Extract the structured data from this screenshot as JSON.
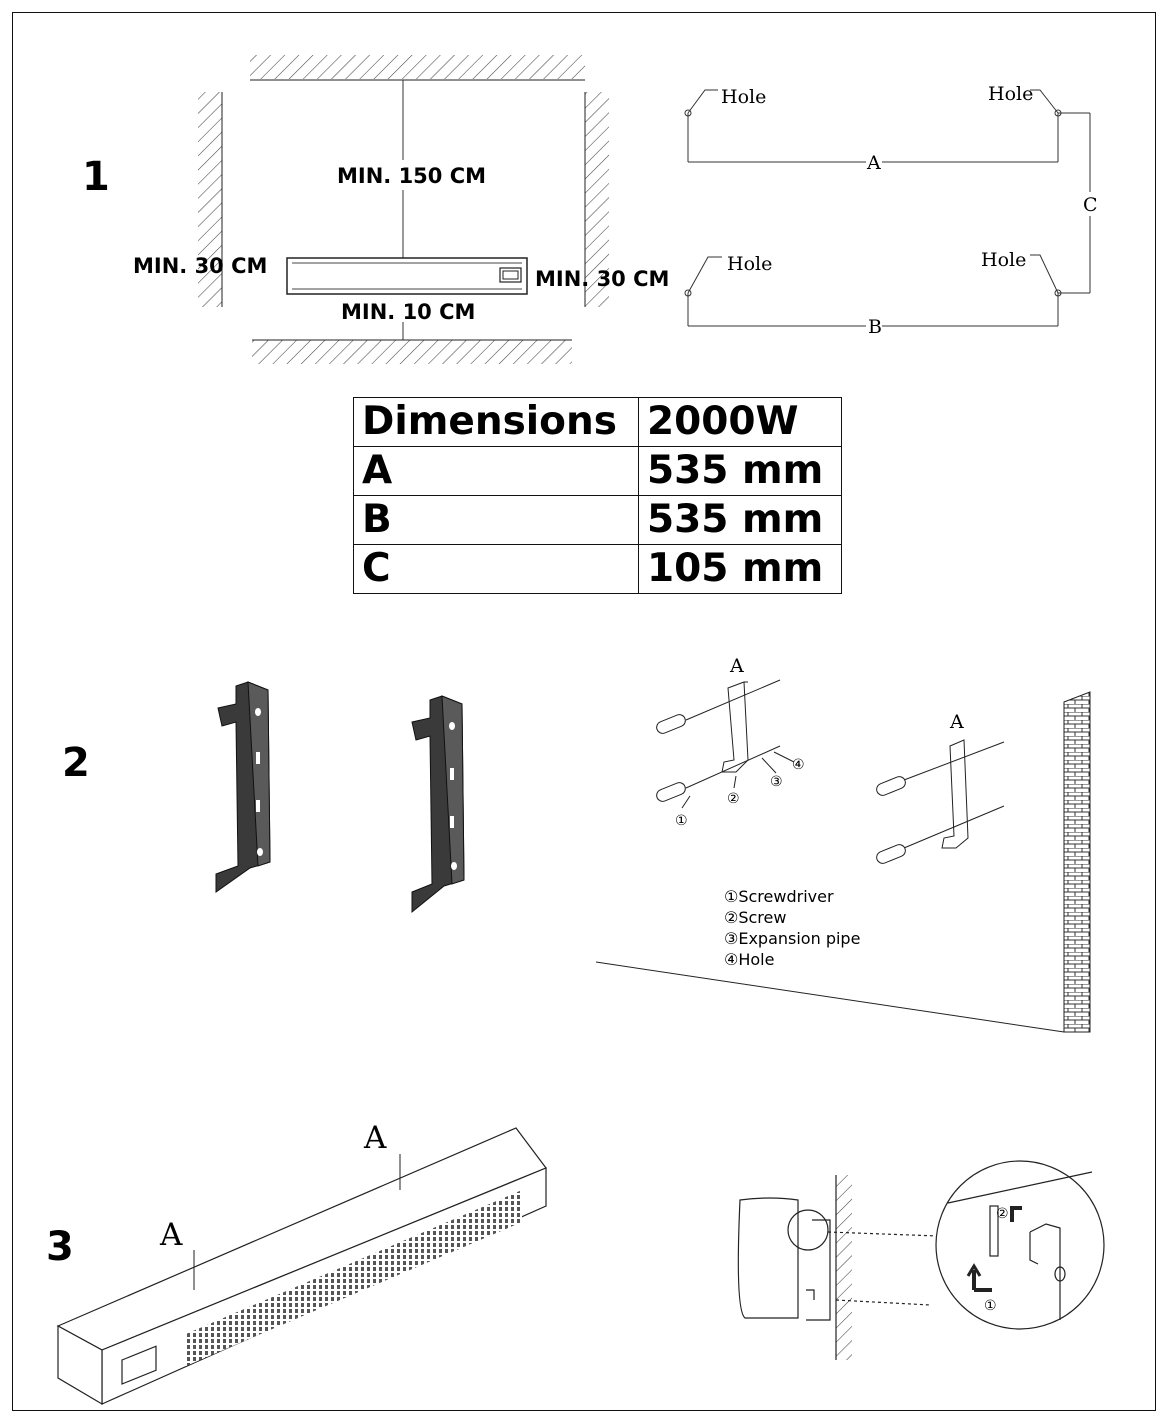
{
  "steps": [
    "1",
    "2",
    "3"
  ],
  "clearances": {
    "top": "MIN. 150 CM",
    "left": "MIN. 30 CM",
    "right": "MIN. 30 CM",
    "bottom": "MIN. 10 CM"
  },
  "hole_diagram": {
    "hole_labels": [
      "Hole",
      "Hole",
      "Hole",
      "Hole"
    ],
    "dim_labels": [
      "A",
      "B",
      "C"
    ]
  },
  "dimensions_table": {
    "header": [
      "Dimensions",
      "2000W"
    ],
    "rows": [
      [
        "A",
        "535 mm"
      ],
      [
        "B",
        "535 mm"
      ],
      [
        "C",
        "105 mm"
      ]
    ]
  },
  "bracket_callouts": [
    "A",
    "A"
  ],
  "callout_numbers": [
    "①",
    "②",
    "③",
    "④"
  ],
  "legend": [
    "①Screwdriver",
    "②Screw",
    "③Expansion pipe",
    "④Hole"
  ],
  "heater_callouts": [
    "A",
    "A"
  ],
  "detail_numbers": [
    "①",
    "②"
  ]
}
